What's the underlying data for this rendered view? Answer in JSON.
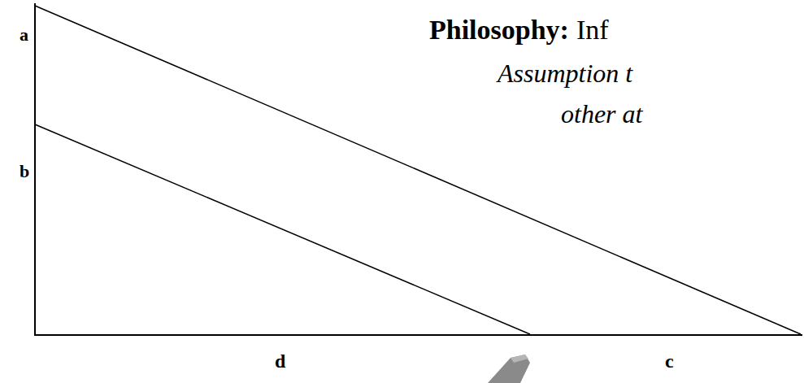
{
  "diagram": {
    "labels": [
      "a",
      "b",
      "d",
      "c",
      "Philosophy:",
      "Inf",
      "Assumption t",
      "other at"
    ]
  }
}
